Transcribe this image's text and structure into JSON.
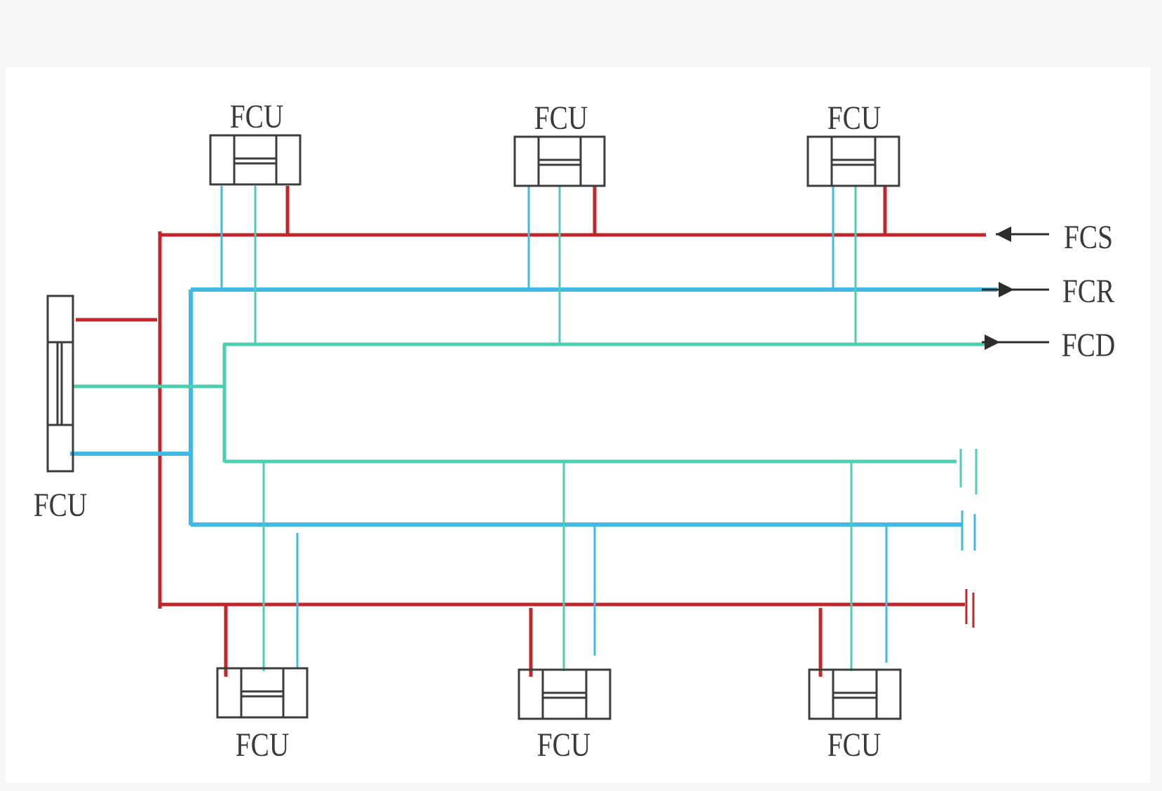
{
  "colors": {
    "supply": "#c0272d",
    "return": "#3fb9e6",
    "drain": "#4ccfb0",
    "unit_stroke": "#3c3c3c",
    "text": "#3a3a3a"
  },
  "units": {
    "top_left": "FCU",
    "top_middle": "FCU",
    "top_right": "FCU",
    "left": "FCU",
    "bottom_left": "FCU",
    "bottom_middle": "FCU",
    "bottom_right": "FCU"
  },
  "headers": {
    "supply": "FCS",
    "return": "FCR",
    "drain": "FCD"
  },
  "arrows": {
    "supply": "arrow-left-icon",
    "return": "arrow-right-icon",
    "drain": "arrow-right-icon"
  },
  "line_end_symbols": {
    "drain": "pipe-cap-icon",
    "return": "pipe-cap-icon",
    "supply": "pipe-cap-icon"
  }
}
